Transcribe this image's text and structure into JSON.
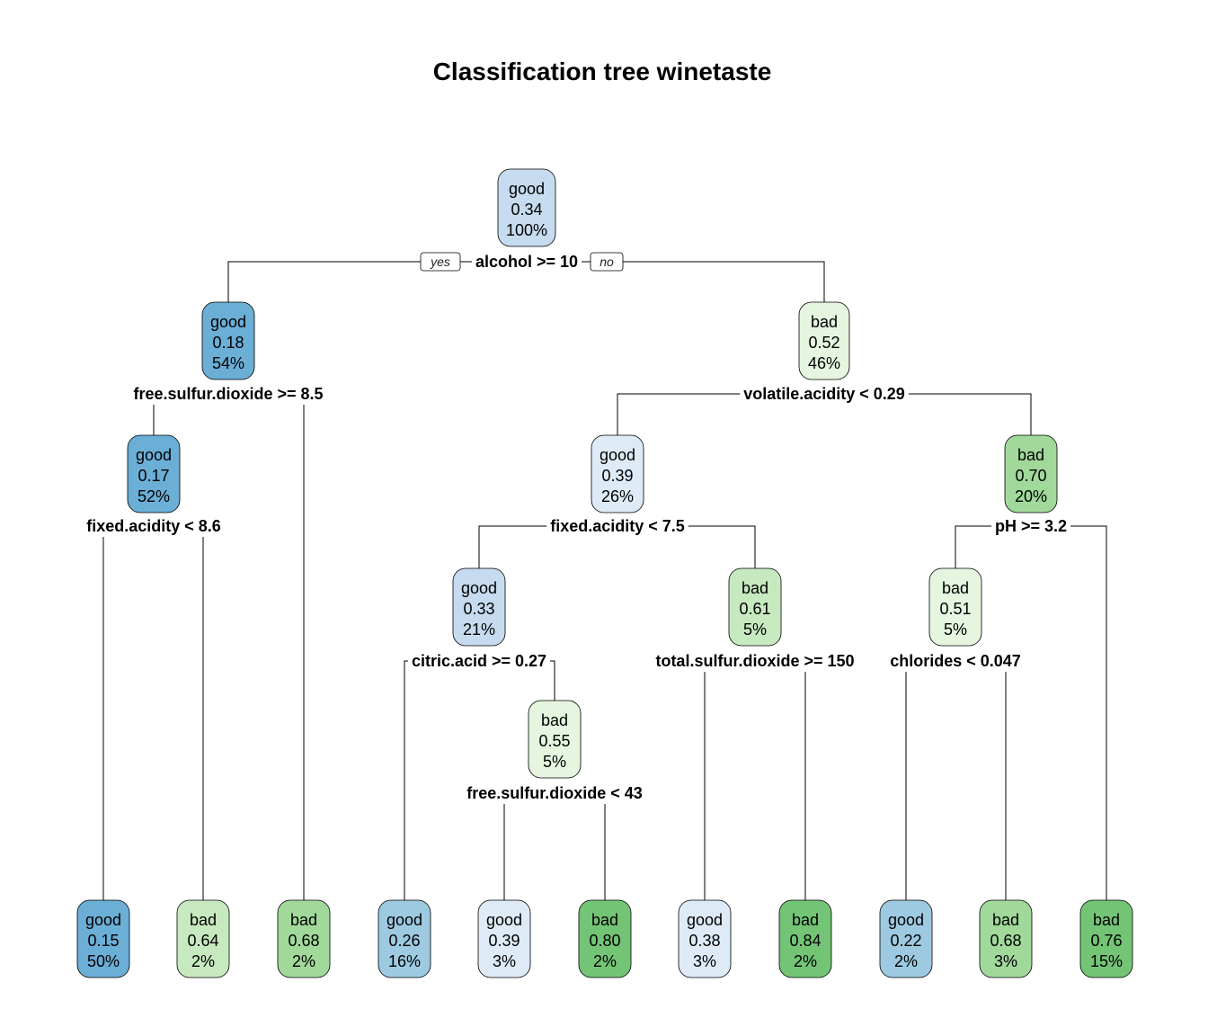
{
  "title": "Classification tree winetaste",
  "palette": {
    "good": [
      "#deebf7",
      "#c6dbef",
      "#9ecae1",
      "#6baed6"
    ],
    "bad": [
      "#e5f5e0",
      "#c7e9c0",
      "#a1d99b",
      "#74c476"
    ]
  },
  "edge_labels": {
    "yes": "yes",
    "no": "no"
  },
  "nodes": {
    "root": {
      "cls": "good",
      "prob": "0.34",
      "pct": "100%",
      "shade": 1
    },
    "n2": {
      "cls": "good",
      "prob": "0.18",
      "pct": "54%",
      "shade": 3
    },
    "n3": {
      "cls": "bad",
      "prob": "0.52",
      "pct": "46%",
      "shade": 0
    },
    "n4": {
      "cls": "good",
      "prob": "0.17",
      "pct": "52%",
      "shade": 3
    },
    "n6": {
      "cls": "good",
      "prob": "0.39",
      "pct": "26%",
      "shade": 0
    },
    "n7": {
      "cls": "bad",
      "prob": "0.70",
      "pct": "20%",
      "shade": 2
    },
    "n12": {
      "cls": "good",
      "prob": "0.33",
      "pct": "21%",
      "shade": 1
    },
    "n13": {
      "cls": "bad",
      "prob": "0.61",
      "pct": "5%",
      "shade": 1
    },
    "n14": {
      "cls": "bad",
      "prob": "0.51",
      "pct": "5%",
      "shade": 0
    },
    "n25": {
      "cls": "bad",
      "prob": "0.55",
      "pct": "5%",
      "shade": 0
    },
    "leaf1": {
      "cls": "good",
      "prob": "0.15",
      "pct": "50%",
      "shade": 3
    },
    "leaf2": {
      "cls": "bad",
      "prob": "0.64",
      "pct": "2%",
      "shade": 1
    },
    "leaf3": {
      "cls": "bad",
      "prob": "0.68",
      "pct": "2%",
      "shade": 2
    },
    "leaf4": {
      "cls": "good",
      "prob": "0.26",
      "pct": "16%",
      "shade": 2
    },
    "leaf5": {
      "cls": "good",
      "prob": "0.39",
      "pct": "3%",
      "shade": 0
    },
    "leaf6": {
      "cls": "bad",
      "prob": "0.80",
      "pct": "2%",
      "shade": 3
    },
    "leaf7": {
      "cls": "good",
      "prob": "0.38",
      "pct": "3%",
      "shade": 0
    },
    "leaf8": {
      "cls": "bad",
      "prob": "0.84",
      "pct": "2%",
      "shade": 3
    },
    "leaf9": {
      "cls": "good",
      "prob": "0.22",
      "pct": "2%",
      "shade": 2
    },
    "leaf10": {
      "cls": "bad",
      "prob": "0.68",
      "pct": "3%",
      "shade": 2
    },
    "leaf11": {
      "cls": "bad",
      "prob": "0.76",
      "pct": "15%",
      "shade": 3
    }
  },
  "splits": {
    "s_root": "alcohol >= 10",
    "s_n2": "free.sulfur.dioxide >= 8.5",
    "s_n3": "volatile.acidity < 0.29",
    "s_n4": "fixed.acidity < 8.6",
    "s_n6": "fixed.acidity < 7.5",
    "s_n7": "pH >= 3.2",
    "s_n12": "citric.acid >= 0.27",
    "s_n13": "total.sulfur.dioxide >= 150",
    "s_n14": "chlorides < 0.047",
    "s_n25": "free.sulfur.dioxide < 43"
  }
}
